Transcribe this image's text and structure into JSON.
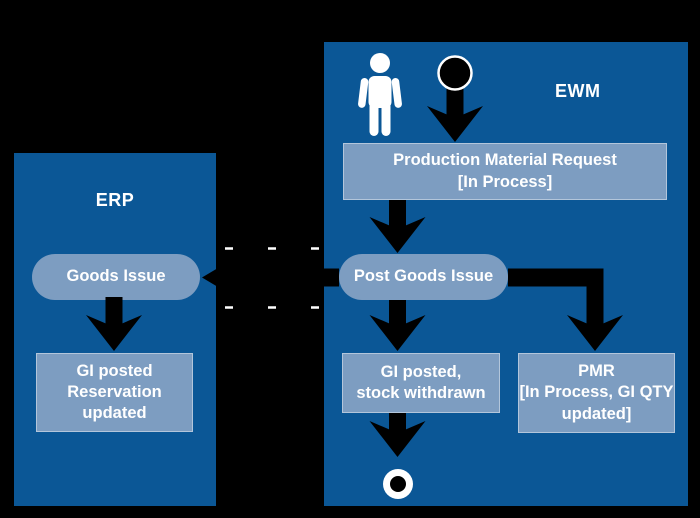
{
  "diagram": {
    "title_hint": "Goods issue posting flow between ERP and EWM",
    "panels": {
      "erp": {
        "label": "ERP"
      },
      "ewm": {
        "label": "EWM"
      }
    },
    "nodes": {
      "pmr_request": {
        "text": "Production Material Request\n[In Process]"
      },
      "post_goods_issue": {
        "text": "Post Goods Issue"
      },
      "goods_issue": {
        "text": "Goods Issue"
      },
      "gi_posted_reservation": {
        "text": "GI posted\nReservation\nupdated"
      },
      "gi_posted_stock": {
        "text": "GI posted,\nstock withdrawn"
      },
      "pmr_updated": {
        "text": "PMR\n[In Process, GI QTY\nupdated]"
      }
    },
    "icons": {
      "person": "person-icon",
      "start": "start-node-icon",
      "end": "end-node-icon"
    },
    "colors": {
      "background": "#000000",
      "panel": "#0B5796",
      "node_fill": "#7D9DC1",
      "text": "#FFFFFF",
      "arrow": "#000000",
      "boundary_dash": "#FFFFFF"
    }
  }
}
